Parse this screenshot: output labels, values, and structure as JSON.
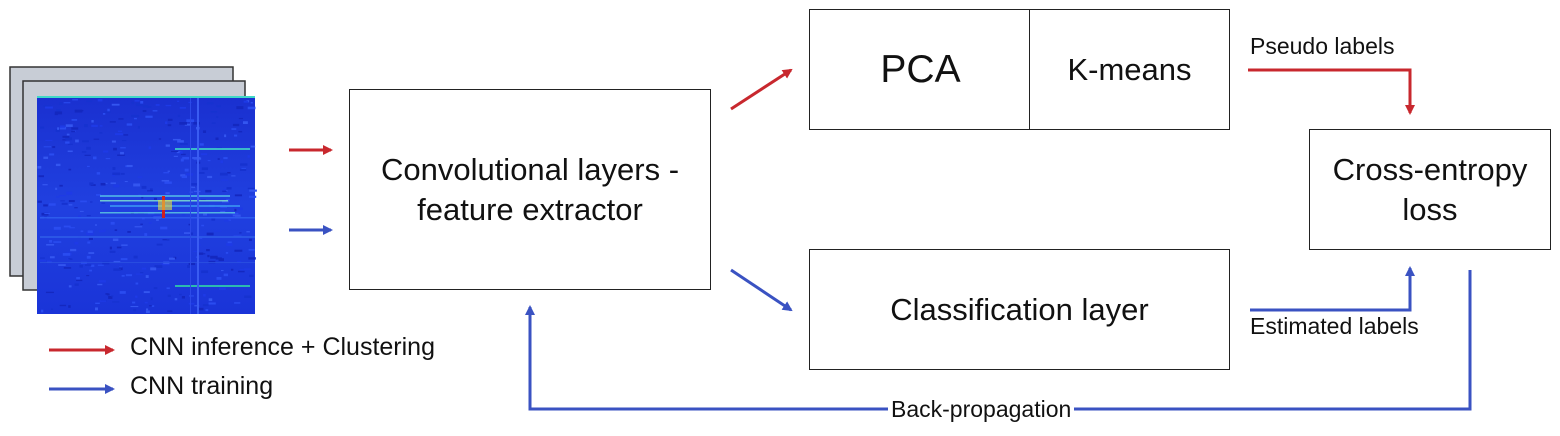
{
  "boxes": {
    "feature_extractor": "Convolutional layers -\nfeature extractor",
    "pca": "PCA",
    "kmeans": "K-means",
    "classification": "Classification layer",
    "loss": "Cross-entropy\nloss"
  },
  "edge_labels": {
    "pseudo": "Pseudo labels",
    "estimated": "Estimated labels",
    "backprop": "Back-propagation"
  },
  "legend": {
    "red": "CNN inference + Clustering",
    "blue": "CNN training"
  },
  "colors": {
    "red": "#c8282e",
    "blue": "#3a52c2",
    "spectrogram_bg": "#1c2fd8",
    "stack_fill": "#c8cdd6"
  }
}
